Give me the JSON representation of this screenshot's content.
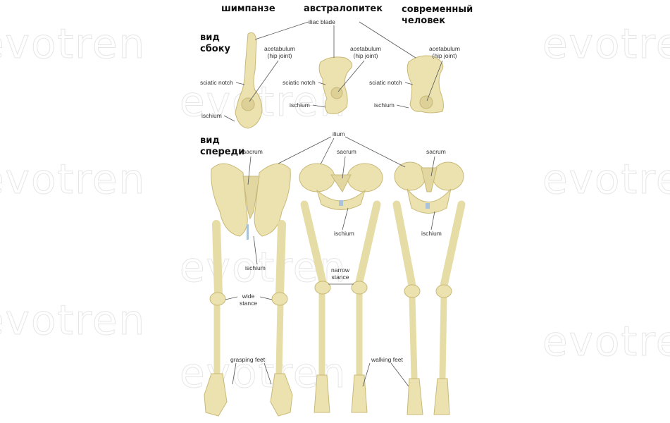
{
  "headers": {
    "chimp": "шимпанзе",
    "australopithecus": "австралопитек",
    "modern_line1": "современный",
    "modern_line2": "человек",
    "side_view_line1": "вид",
    "side_view_line2": "сбоку",
    "front_view_line1": "вид",
    "front_view_line2": "спереди"
  },
  "labels": {
    "iliac_blade": "iliac blade",
    "acetabulum": "acetabulum",
    "hip_joint": "(hip joint)",
    "sciatic_notch": "sciatic notch",
    "ischium": "ischium",
    "ilium": "ilium",
    "sacrum": "sacrum",
    "narrow": "narrow",
    "stance": "stance",
    "wide": "wide",
    "grasping_feet": "grasping feet",
    "walking_feet": "walking feet"
  },
  "watermark": "evotren",
  "colors": {
    "bone": "#ebe2b0",
    "bone_shade": "#c9b977",
    "line": "#555555",
    "cartilage": "#a9c4d8"
  }
}
